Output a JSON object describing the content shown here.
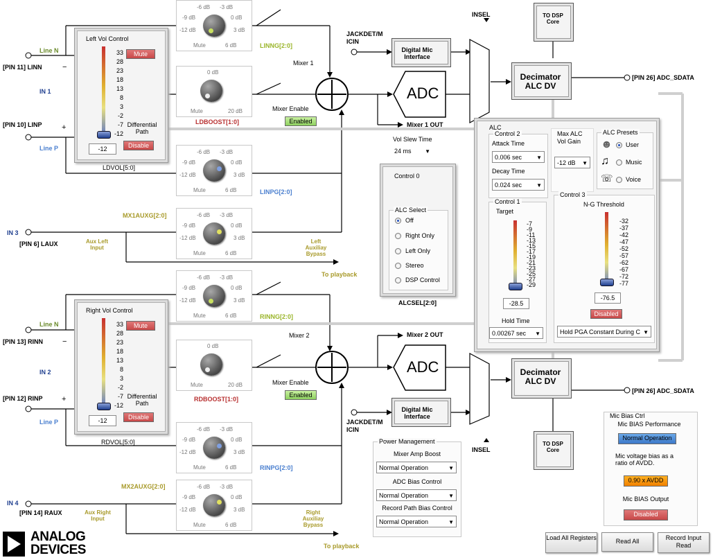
{
  "left_vol": {
    "title": "Left Vol Control",
    "scale": [
      "33",
      "28",
      "23",
      "18",
      "13",
      "8",
      "3",
      "-2",
      "-7",
      "-12"
    ],
    "mute": "Mute",
    "diff": "Differential Path",
    "disable": "Disable",
    "value": "-12",
    "label": "LDVOL[5:0]"
  },
  "right_vol": {
    "title": "Right Vol Control",
    "scale": [
      "33",
      "28",
      "23",
      "18",
      "13",
      "8",
      "3",
      "-2",
      "-7",
      "-12"
    ],
    "mute": "Mute",
    "diff": "Differential Path",
    "disable": "Disable",
    "value": "-12",
    "label": "RDVOL[5:0]"
  },
  "knobs": {
    "linng": {
      "label": "LINNG[2:0]",
      "ticks": [
        "-6 dB",
        "-3 dB",
        "-9 dB",
        "0 dB",
        "-12 dB",
        "3 dB",
        "Mute",
        "6 dB"
      ]
    },
    "ldboost": {
      "label": "LDBOOST[1:0]",
      "ticks": [
        "0 dB",
        "Mute",
        "20 dB"
      ]
    },
    "linpg": {
      "label": "LINPG[2:0]",
      "ticks": [
        "-6 dB",
        "-3 dB",
        "-9 dB",
        "0 dB",
        "-12 dB",
        "3 dB",
        "Mute",
        "6 dB"
      ]
    },
    "mx1auxg": {
      "label": "MX1AUXG[2:0]",
      "ticks": [
        "-6 dB",
        "-3 dB",
        "-9 dB",
        "0 dB",
        "-12 dB",
        "3 dB",
        "Mute",
        "6 dB"
      ]
    },
    "rinng": {
      "label": "RINNG[2:0]",
      "ticks": [
        "-6 dB",
        "-3 dB",
        "-9 dB",
        "0 dB",
        "-12 dB",
        "3 dB",
        "Mute",
        "6 dB"
      ]
    },
    "rdboost": {
      "label": "RDBOOST[1:0]",
      "ticks": [
        "0 dB",
        "Mute",
        "20 dB"
      ]
    },
    "rinpg": {
      "label": "RINPG[2:0]",
      "ticks": [
        "-6 dB",
        "-3 dB",
        "-9 dB",
        "0 dB",
        "-12 dB",
        "3 dB",
        "Mute",
        "6 dB"
      ]
    },
    "mx2auxg": {
      "label": "MX2AUXG[2:0]",
      "ticks": [
        "-6 dB",
        "-3 dB",
        "-9 dB",
        "0 dB",
        "-12 dB",
        "3 dB",
        "Mute",
        "6 dB"
      ]
    }
  },
  "pins": {
    "line_n_1": "Line N",
    "pin11": "[PIN 11] LINN",
    "in1": "IN 1",
    "pin10": "[PIN 10] LINP",
    "line_p_1": "Line P",
    "in3": "IN 3",
    "pin6": "[PIN 6] LAUX",
    "aux_left": "Aux Left Input",
    "line_n_2": "Line N",
    "pin13": "[PIN 13] RINN",
    "in2": "IN 2",
    "pin12": "[PIN 12] RINP",
    "line_p_2": "Line P",
    "in4": "IN 4",
    "pin14": "[PIN 14] RAUX",
    "aux_right": "Aux Right Input",
    "minus": "−",
    "plus": "+"
  },
  "mixer1": {
    "title": "Mixer 1",
    "enable": "Mixer Enable",
    "enabled": "Enabled",
    "out": "Mixer 1 OUT",
    "left_bypass": "Left Auxiliay Bypass",
    "to_playback": "To playback"
  },
  "mixer2": {
    "title": "Mixer 2",
    "enable": "Mixer Enable",
    "enabled": "Enabled",
    "out": "Mixer 2 OUT",
    "right_bypass": "Right Auxiliay Bypass",
    "to_playback": "To playback"
  },
  "blocks": {
    "adc": "ADC",
    "dmic": "Digital Mic Interface",
    "jackdet": "JACKDET/M ICIN",
    "insel": "INSEL",
    "decimator": "Decimator ALC DV",
    "to_dsp": "TO DSP Core",
    "adc_sdata": "[PIN 26] ADC_SDATA"
  },
  "vol_slew": {
    "label": "Vol Slew Time",
    "value": "24 ms"
  },
  "control0": {
    "title": "Control 0",
    "alc_select": "ALC Select",
    "options": [
      "Off",
      "Right Only",
      "Left Only",
      "Stereo",
      "DSP Control"
    ],
    "selected": 0,
    "label": "ALCSEL[2:0]"
  },
  "alc": {
    "title": "ALC",
    "control2": "Control 2",
    "attack_label": "Attack Time",
    "attack": "0.006 sec",
    "decay_label": "Decay Time",
    "decay": "0.024 sec",
    "max_gain_label": "Max ALC Vol Gain",
    "max_gain": "-12 dB",
    "presets_title": "ALC Presets",
    "presets": [
      "User",
      "Music",
      "Voice"
    ],
    "preset_selected": 0,
    "control1": "Control 1",
    "target_label": "Target",
    "target_scale": [
      "-7",
      "-9",
      "-11",
      "-13",
      "-15",
      "-17",
      "-19",
      "-21",
      "-23",
      "-25",
      "-27",
      "-29"
    ],
    "target": "-28.5",
    "hold_label": "Hold Time",
    "hold": "0.00267 sec",
    "control3": "Control 3",
    "ng_label": "N-G Threshold",
    "ng_scale": [
      "-32",
      "-37",
      "-42",
      "-47",
      "-52",
      "-57",
      "-62",
      "-67",
      "-72",
      "-77"
    ],
    "ng": "-76.5",
    "disabled": "Disabled",
    "hold_pga": "Hold PGA Constant During C"
  },
  "power": {
    "title": "Power Management",
    "mixer_amp": "Mixer Amp Boost",
    "mixer_amp_val": "Normal Operation",
    "adc_bias": "ADC Bias Control",
    "adc_bias_val": "Normal Operation",
    "rec_bias": "Record Path  Bias Control",
    "rec_bias_val": "Normal Operation"
  },
  "mic_bias": {
    "title": "Mic Bias Ctrl",
    "perf_label": "Mic BIAS Performance",
    "perf": "Normal Operation",
    "ratio_label": "Mic voltage bias as a ratio of AVDD.",
    "ratio": "0.90 x AVDD",
    "output_label": "Mic BIAS Output",
    "output": "Disabled"
  },
  "footer": {
    "load_all": "Load All Registers",
    "read_all": "Read All",
    "record_input": "Record Input Read"
  },
  "logo": {
    "line1": "ANALOG",
    "line2": "DEVICES"
  }
}
